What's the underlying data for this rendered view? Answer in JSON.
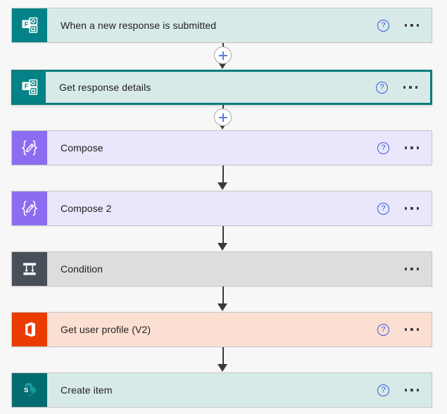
{
  "app": {
    "name": "Power Automate flow designer canvas",
    "background_color": "#f7f7f7"
  },
  "nodes": [
    {
      "id": "when-a-new-response-is-submitted",
      "title": "When a new response is submitted",
      "connector": "Microsoft Forms",
      "icon_name": "microsoft-forms-icon",
      "icon_bg": "#038387",
      "card_bg": "#d7eae8",
      "selected": false,
      "has_help": true,
      "has_menu": true
    },
    {
      "id": "get-response-details",
      "title": "Get response details",
      "connector": "Microsoft Forms",
      "icon_name": "microsoft-forms-icon",
      "icon_bg": "#038387",
      "card_bg": "#d7eae8",
      "selected": true,
      "has_help": true,
      "has_menu": true
    },
    {
      "id": "compose",
      "title": "Compose",
      "connector": "Data Operation",
      "icon_name": "compose-icon",
      "icon_bg": "#8c6cf0",
      "card_bg": "#eae6fb",
      "selected": false,
      "has_help": true,
      "has_menu": true
    },
    {
      "id": "compose-2",
      "title": "Compose 2",
      "connector": "Data Operation",
      "icon_name": "compose-icon",
      "icon_bg": "#8c6cf0",
      "card_bg": "#eae6fb",
      "selected": false,
      "has_help": true,
      "has_menu": true
    },
    {
      "id": "condition",
      "title": "Condition",
      "connector": "Control",
      "icon_name": "condition-icon",
      "icon_bg": "#484f58",
      "card_bg": "#dddddd",
      "selected": false,
      "has_help": false,
      "has_menu": true
    },
    {
      "id": "get-user-profile-v2",
      "title": "Get user profile (V2)",
      "connector": "Office 365 Users",
      "icon_name": "office-365-users-icon",
      "icon_bg": "#eb3c00",
      "card_bg": "#fbdfd3",
      "selected": false,
      "has_help": true,
      "has_menu": true
    },
    {
      "id": "create-item",
      "title": "Create item",
      "connector": "SharePoint",
      "icon_name": "sharepoint-icon",
      "icon_bg": "#036c70",
      "card_bg": "#d7eae8",
      "selected": false,
      "has_help": true,
      "has_menu": true
    }
  ],
  "connectors": [
    {
      "id": "conn-1",
      "from": "when-a-new-response-is-submitted",
      "to": "get-response-details",
      "has_insert_button": true,
      "insert_label": "Insert a new step"
    },
    {
      "id": "conn-2",
      "from": "get-response-details",
      "to": "compose",
      "has_insert_button": true,
      "insert_label": "Insert a new step"
    },
    {
      "id": "conn-3",
      "from": "compose",
      "to": "compose-2",
      "has_insert_button": false,
      "insert_label": ""
    },
    {
      "id": "conn-4",
      "from": "compose-2",
      "to": "condition",
      "has_insert_button": false,
      "insert_label": ""
    },
    {
      "id": "conn-5",
      "from": "condition",
      "to": "get-user-profile-v2",
      "has_insert_button": false,
      "insert_label": ""
    },
    {
      "id": "conn-6",
      "from": "get-user-profile-v2",
      "to": "create-item",
      "has_insert_button": false,
      "insert_label": ""
    }
  ],
  "icons": {
    "help": {
      "name": "help-icon",
      "glyph": "?",
      "color": "#3b5bdb",
      "tooltip": "Help"
    },
    "menu": {
      "name": "more-commands-icon",
      "glyph": "···",
      "color": "#403e3c",
      "tooltip": "More commands"
    },
    "plus": {
      "name": "insert-step-icon",
      "glyph": "+",
      "color": "#5a7ae0"
    },
    "arrow": {
      "name": "flow-arrow-icon",
      "color": "#3b3a39"
    }
  }
}
